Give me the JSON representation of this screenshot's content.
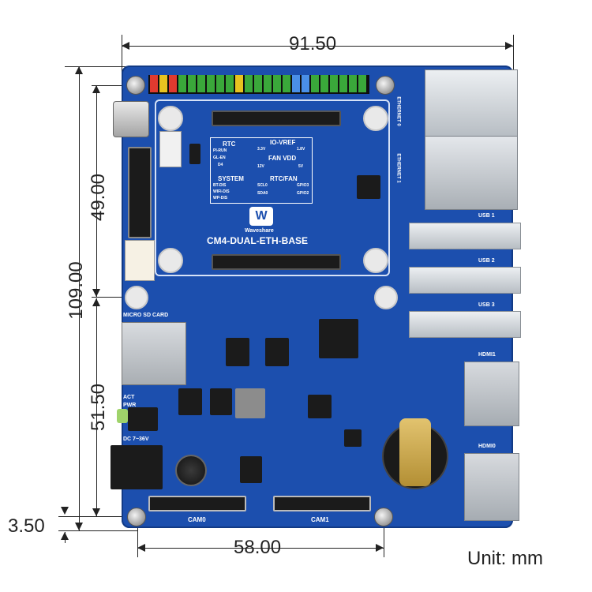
{
  "dimensions": {
    "top_width": "91.50",
    "left_height_total": "109.00",
    "left_height_upper": "49.00",
    "left_height_lower": "51.50",
    "bottom_offset": "3.50",
    "bottom_width": "58.00",
    "unit_note": "Unit: mm"
  },
  "board": {
    "brand": "Waveshare",
    "model": "CM4-DUAL-ETH-BASE",
    "jumper_labels": {
      "rtc": "RTC",
      "rtc_rows": [
        "PI-RUN",
        "GL-EN",
        "D4"
      ],
      "io_vref": "IO-VREF",
      "io_vref_opts": [
        "3.3V",
        "1.8V"
      ],
      "fan_vdd": "FAN VDD",
      "fan_vdd_opts": [
        "12V",
        "5V"
      ],
      "system": "SYSTEM",
      "system_rows": [
        "BT-DIS",
        "WIFI-DIS",
        "WP-DIS"
      ],
      "rtc_fan": "RTC/FAN",
      "rtc_fan_rows": [
        "SCL0",
        "SDA0"
      ],
      "rtc_fan_gpio": [
        "GPIO3",
        "GPIO2"
      ]
    },
    "port_labels": {
      "ethernet0": "ETHERNET 0",
      "ethernet1": "ETHERNET 1",
      "usb1": "USB 1",
      "usb2": "USB 2",
      "usb3": "USB 3",
      "hdmi1": "HDMI1",
      "hdmi0": "HDMI0",
      "micro_sd": "MICRO SD CARD",
      "act": "ACT",
      "pwr": "PWR",
      "dc_in": "DC 7~36V",
      "cam0": "CAM0",
      "cam1": "CAM1"
    },
    "colors": {
      "pcb": "#1a4aa8",
      "pcb_dark": "#143c8a",
      "silkscreen": "#ffffff",
      "gold": "#c9a24a"
    }
  }
}
